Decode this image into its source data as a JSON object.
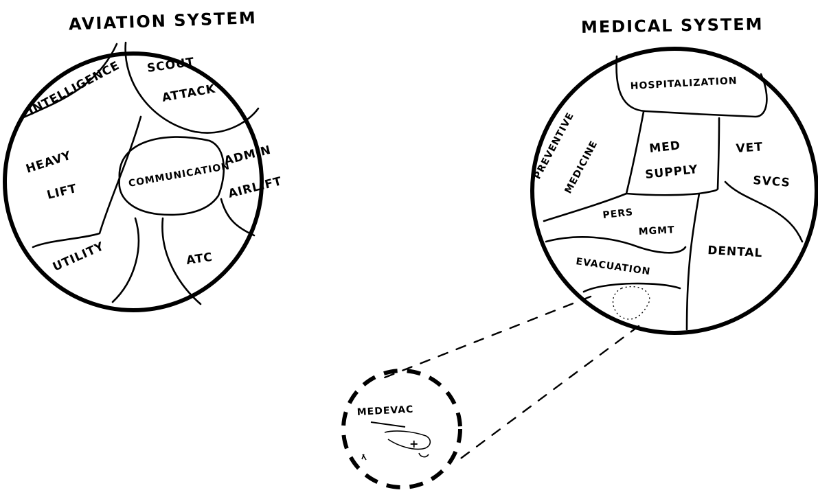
{
  "aviation": {
    "title": "AVIATION SYSTEM",
    "sections": {
      "intelligence": "INTELLIGENCE",
      "scout": "SCOUT",
      "attack": "ATTACK",
      "heavy": "HEAVY",
      "lift": "LIFT",
      "communication": "COMMUNICATION",
      "admin": "ADMIN",
      "airlift": "AIRLIFT",
      "utility": "UTILITY",
      "atc": "ATC"
    }
  },
  "medical": {
    "title": "MEDICAL SYSTEM",
    "sections": {
      "hospitalization": "HOSPITALIZATION",
      "preventive": "PREVENTIVE",
      "medicine": "MEDICINE",
      "med": "MED",
      "supply": "SUPPLY",
      "vet": "VET",
      "svcs": "SVCS",
      "pers": "PERS",
      "mgmt": "MGMT",
      "dental": "DENTAL",
      "evacuation": "EVACUATION"
    }
  },
  "zoom": {
    "label": "MEDEVAC"
  }
}
